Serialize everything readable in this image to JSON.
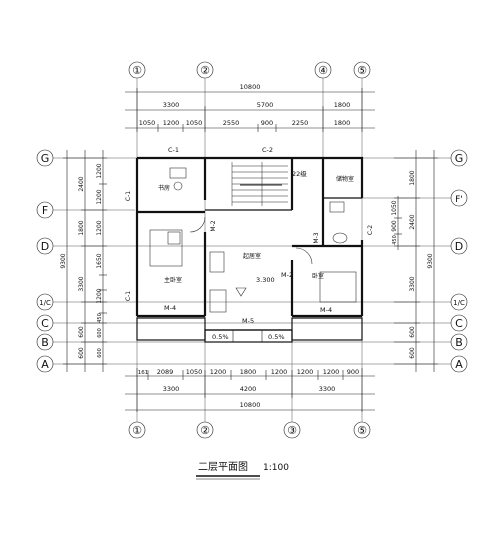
{
  "axes": {
    "top": [
      "①",
      "②",
      "④",
      "⑤"
    ],
    "bottom": [
      "①",
      "②",
      "③",
      "⑤"
    ],
    "left": [
      "G",
      "F",
      "D",
      "1/C",
      "C",
      "B",
      "A"
    ],
    "right": [
      "G",
      "F'",
      "D",
      "1/C",
      "C",
      "B",
      "A"
    ]
  },
  "dims_top": {
    "total": "10800",
    "row2": [
      "3300",
      "5700",
      "1800"
    ],
    "row3": [
      "1050",
      "1200",
      "1050",
      "2550",
      "900",
      "2250",
      "1800"
    ]
  },
  "dims_bottom": {
    "row1": [
      "161",
      "2089",
      "1050",
      "1200",
      "1800",
      "1200",
      "1200",
      "1200",
      "900"
    ],
    "row2": [
      "3300",
      "4200",
      "3300"
    ],
    "total": "10800"
  },
  "dims_left": {
    "total": "9300",
    "row2": [
      "2400",
      "1800",
      "3300",
      "600",
      "600"
    ],
    "row3": [
      "1200",
      "1200",
      "1200",
      "1650",
      "1200",
      "450",
      "600",
      "600"
    ]
  },
  "dims_right": {
    "total": "9300",
    "row2": [
      "1800",
      "2400",
      "3300",
      "600",
      "600"
    ],
    "row3": [
      "1050",
      "900",
      "450"
    ]
  },
  "rooms": {
    "study": "书房",
    "master_bedroom": "主卧室",
    "living": "起居室",
    "bedroom": "卧室",
    "storage": "储物室"
  },
  "labels": {
    "c1_top": "C-1",
    "c2_top": "C-2",
    "c1_left_upper": "C-1",
    "c1_left_lower": "C-1",
    "c2_right": "C-2",
    "m2_left": "M-2",
    "m2_right": "M-2",
    "m3": "M-3",
    "m4_left": "M-4",
    "m4_right": "M-4",
    "m5": "M-5",
    "stair": "22级",
    "elevation": "3.300",
    "slope_left": "0.5%",
    "slope_right": "0.5%"
  },
  "title": "二层平面图",
  "scale": "1:100"
}
